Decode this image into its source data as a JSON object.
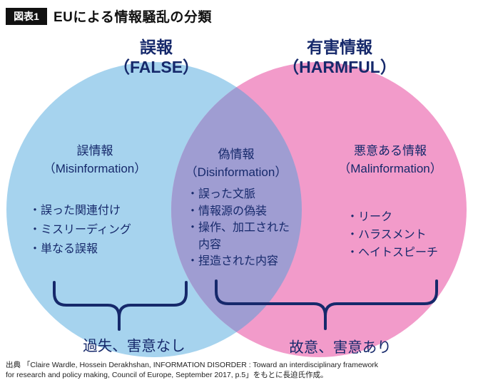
{
  "header": {
    "tag": "図表1",
    "title": "EUによる情報騒乱の分類"
  },
  "colors": {
    "left_circle": "#a6d3ee",
    "right_circle": "#f29bca",
    "overlap": "#9f9dd2",
    "navy": "#16296b"
  },
  "venn": {
    "left": {
      "label_ja": "誤報",
      "label_en": "（FALSE）",
      "title_ja": "誤情報",
      "title_en": "（Misinformation）",
      "items": [
        "・誤った関連付け",
        "・ミスリーディング",
        "・単なる誤報"
      ]
    },
    "overlap": {
      "title_ja": "偽情報",
      "title_en": "（Disinformation）",
      "items": [
        "・誤った文脈",
        "・情報源の偽装",
        "・操作、加工された",
        "　内容",
        "・捏造された内容"
      ]
    },
    "right": {
      "label_ja": "有害情報",
      "label_en": "（HARMFUL）",
      "title_ja": "悪意ある情報",
      "title_en": "（Malinformation）",
      "items": [
        "・リーク",
        "・ハラスメント",
        "・ヘイトスピーチ"
      ]
    },
    "left_caption": "過失、害意なし",
    "right_caption": "故意、害意あり"
  },
  "source": {
    "line1": "出典 「Claire Wardle, Hossein Derakhshan, INFORMATION DISORDER : Toward an interdisciplinary framework",
    "line2": "for research and policy making, Council of Europe, September 2017, p.5」をもとに長迫氏作成。"
  }
}
